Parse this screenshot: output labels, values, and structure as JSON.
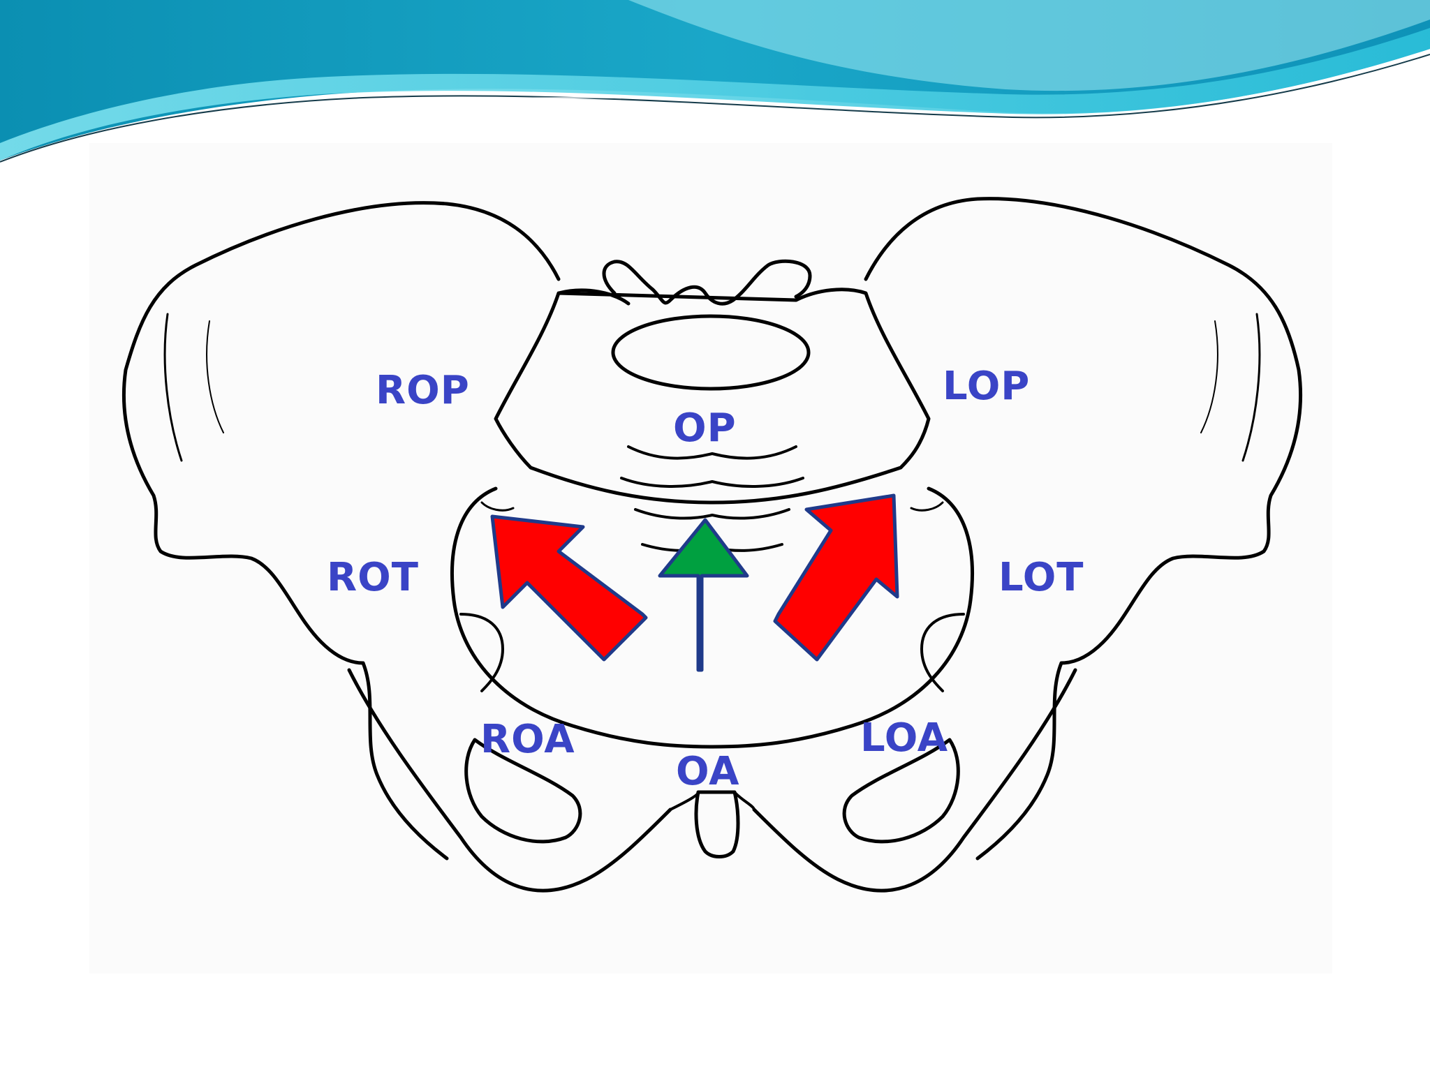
{
  "labels": {
    "rop": "ROP",
    "lop": "LOP",
    "op": "OP",
    "rot": "ROT",
    "lot": "LOT",
    "roa": "ROA",
    "loa": "LOA",
    "oa": "OA"
  },
  "colors": {
    "label": "#3a44c6",
    "arrow_oblique": "#ff0000",
    "arrow_direct": "#00a040",
    "arrow_outline": "#1f3a8a",
    "header_teal_dark": "#0a8fb0",
    "header_teal_light": "#38c8dc"
  },
  "arrows": [
    {
      "name": "right-oblique-arrow",
      "color": "red",
      "direction": "up-left"
    },
    {
      "name": "direct-arrow",
      "color": "green",
      "direction": "up"
    },
    {
      "name": "left-oblique-arrow",
      "color": "red",
      "direction": "up-right"
    }
  ]
}
